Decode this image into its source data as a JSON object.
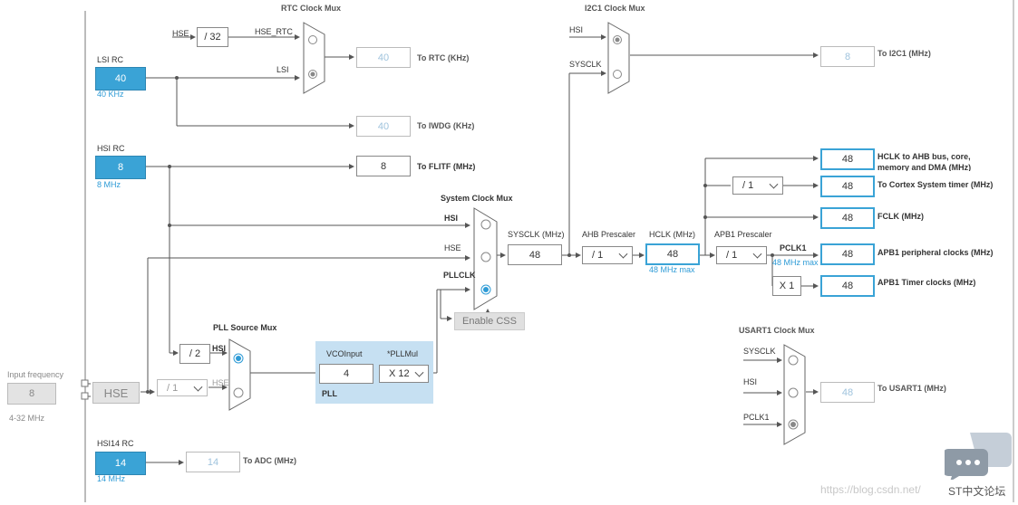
{
  "diagram": {
    "title_rtc_mux": "RTC Clock Mux",
    "title_i2c1_mux": "I2C1 Clock Mux",
    "title_system_mux": "System Clock Mux",
    "title_pll_source_mux": "PLL Source Mux",
    "title_usart1_mux": "USART1 Clock Mux",
    "lsi": {
      "title": "LSI RC",
      "value": "40",
      "freq": "40 KHz"
    },
    "hsi": {
      "title": "HSI RC",
      "value": "8",
      "freq": "8 MHz"
    },
    "hsi14": {
      "title": "HSI14 RC",
      "value": "14",
      "freq": "14 MHz"
    },
    "input": {
      "label": "Input frequency",
      "value": "8",
      "range": "4-32 MHz"
    },
    "hse_block": "HSE",
    "rtc": {
      "hse_label": "HSE",
      "div": "/ 32",
      "hse_rtc": "HSE_RTC",
      "lsi_label": "LSI",
      "out_value": "40",
      "out_label": "To RTC (KHz)"
    },
    "iwdg": {
      "value": "40",
      "label": "To IWDG (KHz)"
    },
    "flitf": {
      "value": "8",
      "label": "To FLITF (MHz)"
    },
    "i2c1": {
      "hsi": "HSI",
      "sysclk": "SYSCLK",
      "value": "8",
      "label": "To I2C1 (MHz)"
    },
    "sysmux": {
      "hsi": "HSI",
      "hse": "HSE",
      "pllclk": "PLLCLK",
      "css": "Enable CSS"
    },
    "sysclk": {
      "label": "SYSCLK (MHz)",
      "value": "48"
    },
    "ahb": {
      "label": "AHB Prescaler",
      "value": "/ 1"
    },
    "hclk": {
      "label": "HCLK (MHz)",
      "value": "48",
      "max": "48 MHz max"
    },
    "apb1": {
      "label": "APB1 Prescaler",
      "value": "/ 1",
      "pclk1": "PCLK1",
      "pclk1_max": "48 MHz max",
      "timer_mult": "X 1"
    },
    "outputs": [
      {
        "value": "48",
        "label": "HCLK to AHB bus, core,",
        "label2": "memory and DMA (MHz)"
      },
      {
        "value": "48",
        "label": "To Cortex System timer (MHz)",
        "div": "/ 1"
      },
      {
        "value": "48",
        "label": "FCLK (MHz)"
      },
      {
        "value": "48",
        "label": "APB1 peripheral clocks (MHz)"
      },
      {
        "value": "48",
        "label": "APB1 Timer clocks (MHz)"
      }
    ],
    "pll": {
      "hsi_div": "/ 2",
      "hsi": "HSI",
      "hse": "HSE",
      "hse_div": "/ 1",
      "vco_label": "VCOInput",
      "vco_value": "4",
      "mul_label": "*PLLMul",
      "mul_value": "X 12",
      "name": "PLL"
    },
    "usart1": {
      "sysclk": "SYSCLK",
      "hsi": "HSI",
      "pclk1": "PCLK1",
      "value": "48",
      "label": "To USART1 (MHz)"
    },
    "adc": {
      "value": "14",
      "label": "To ADC (MHz)"
    },
    "watermark": "https://blog.csdn.net/",
    "watermark2": "ST中文论坛"
  },
  "colors": {
    "source_blue": "#3aa3d6",
    "pll_panel": "#c6e0f2",
    "line": "#555555"
  }
}
